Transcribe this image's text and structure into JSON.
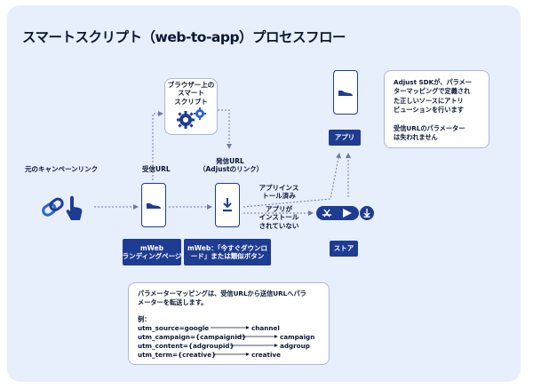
{
  "title": "スマートスクリプト（web-to-app）プロセスフロー",
  "labels": {
    "campaign_link": "元のキャンペーンリンク",
    "received_url": "受信URL",
    "browser_script": [
      "ブラウザー上の",
      "スマート",
      "スクリプト"
    ],
    "sent_url": [
      "発信URL",
      "（Adjustのリンク）"
    ],
    "app_installed": [
      "アプリインス",
      "トール済み"
    ],
    "app_not_installed": [
      "アプリが",
      "インストール",
      "されていない"
    ]
  },
  "tags": {
    "mweb_landing": [
      "mWeb",
      "ランディングページ"
    ],
    "mweb_button": [
      "mWeb：「今すぐダウンロ",
      "ード」または類似ボタン"
    ],
    "app": "アプリ",
    "store": "ストア"
  },
  "sdk_note": [
    "Adjust SDKが、パラメー",
    "ターマッピングで定義され",
    "た正しいソースにアトリ",
    "ビューションを行います",
    "",
    "受信URLのパラメーター",
    "は失われません"
  ],
  "param_box": {
    "intro": [
      "パラメーターマッピングは、受信URLから送信URLへパラ",
      "メーターを転送します。"
    ],
    "example_label": "例：",
    "mappings": [
      {
        "from": "utm_source=google",
        "to": "channel"
      },
      {
        "from": "utm_campaign={campaignid}",
        "to": "campaign"
      },
      {
        "from": "utm_content={adgroupid}",
        "to": "adgroup"
      },
      {
        "from": "utm_term={creative}",
        "to": "creative"
      }
    ]
  },
  "colors": {
    "background": "#e7effd",
    "navy": "#1e3c92",
    "accent_blue": "#2a63d8",
    "text": "#0a1633"
  }
}
